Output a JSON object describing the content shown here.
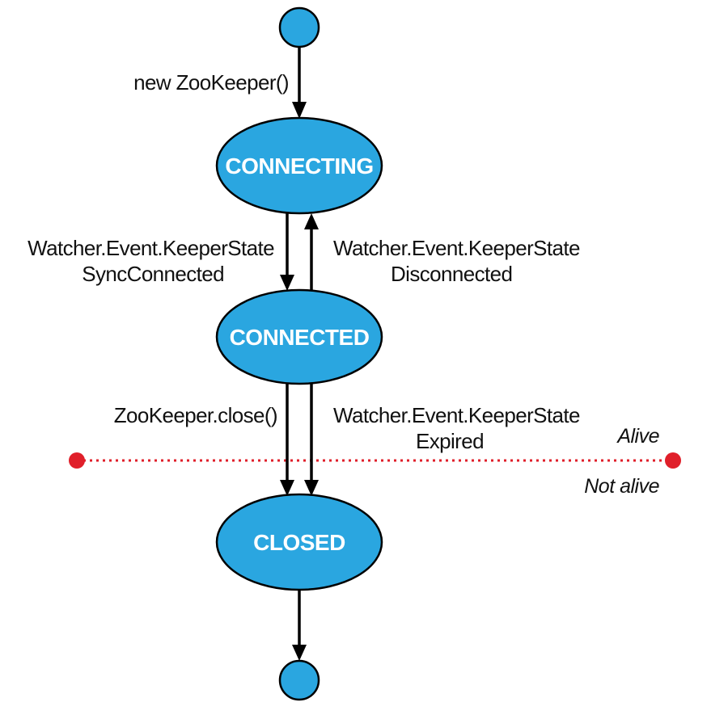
{
  "colors": {
    "node_fill": "#2aa6e0",
    "boundary": "#e01f2a"
  },
  "states": {
    "connecting": "CONNECTING",
    "connected": "CONNECTED",
    "closed": "CLOSED"
  },
  "transitions": {
    "init": "new ZooKeeper()",
    "sync_connected": [
      "Watcher.Event.KeeperState",
      "SyncConnected"
    ],
    "disconnected": [
      "Watcher.Event.KeeperState",
      "Disconnected"
    ],
    "close": "ZooKeeper.close()",
    "expired": [
      "Watcher.Event.KeeperState",
      "Expired"
    ]
  },
  "zones": {
    "alive": "Alive",
    "not_alive": "Not alive"
  }
}
